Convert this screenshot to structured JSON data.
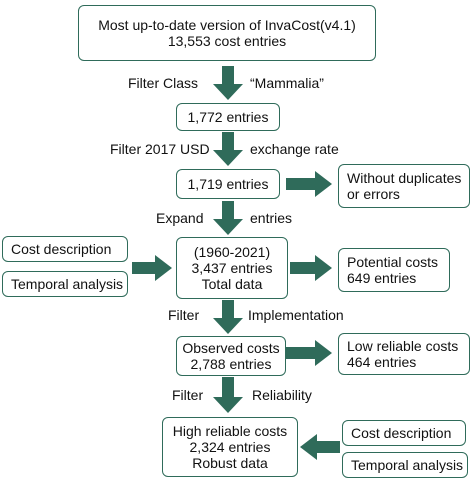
{
  "nodes": {
    "source": {
      "line1": "Most up-to-date version of InvaCost(v4.1)",
      "line2": "13,553 cost entries"
    },
    "mammalia": {
      "line1": "1,772 entries"
    },
    "usd": {
      "line1": "1,719 entries"
    },
    "expanded": {
      "line1": "(1960-2021)",
      "line2": "3,437 entries",
      "line3": "Total data"
    },
    "observed": {
      "line1": "Observed costs",
      "line2": "2,788 entries"
    },
    "high": {
      "line1": "High reliable costs",
      "line2": "2,324 entries",
      "line3": "Robust data"
    },
    "without_dup": {
      "line1": "Without duplicates",
      "line2": "or errors"
    },
    "potential": {
      "line1": "Potential costs",
      "line2": "649 entries"
    },
    "low": {
      "line1": "Low reliable costs",
      "line2": "464 entries"
    },
    "cost_desc_left": {
      "line1": "Cost description"
    },
    "temporal_left": {
      "line1": "Temporal analysis"
    },
    "cost_desc_right": {
      "line1": "Cost description"
    },
    "temporal_right": {
      "line1": "Temporal analysis"
    }
  },
  "steps": {
    "s1": {
      "left": "Filter Class",
      "right": "“Mammalia”"
    },
    "s2": {
      "left": "Filter 2017 USD",
      "right": "exchange rate"
    },
    "s3": {
      "left": "Expand",
      "right": "entries"
    },
    "s4": {
      "left": "Filter",
      "right": "Implementation"
    },
    "s5": {
      "left": "Filter",
      "right": "Reliability"
    }
  },
  "colors": {
    "arrow": "#2f6b5a",
    "border": "#2f6b5a"
  }
}
